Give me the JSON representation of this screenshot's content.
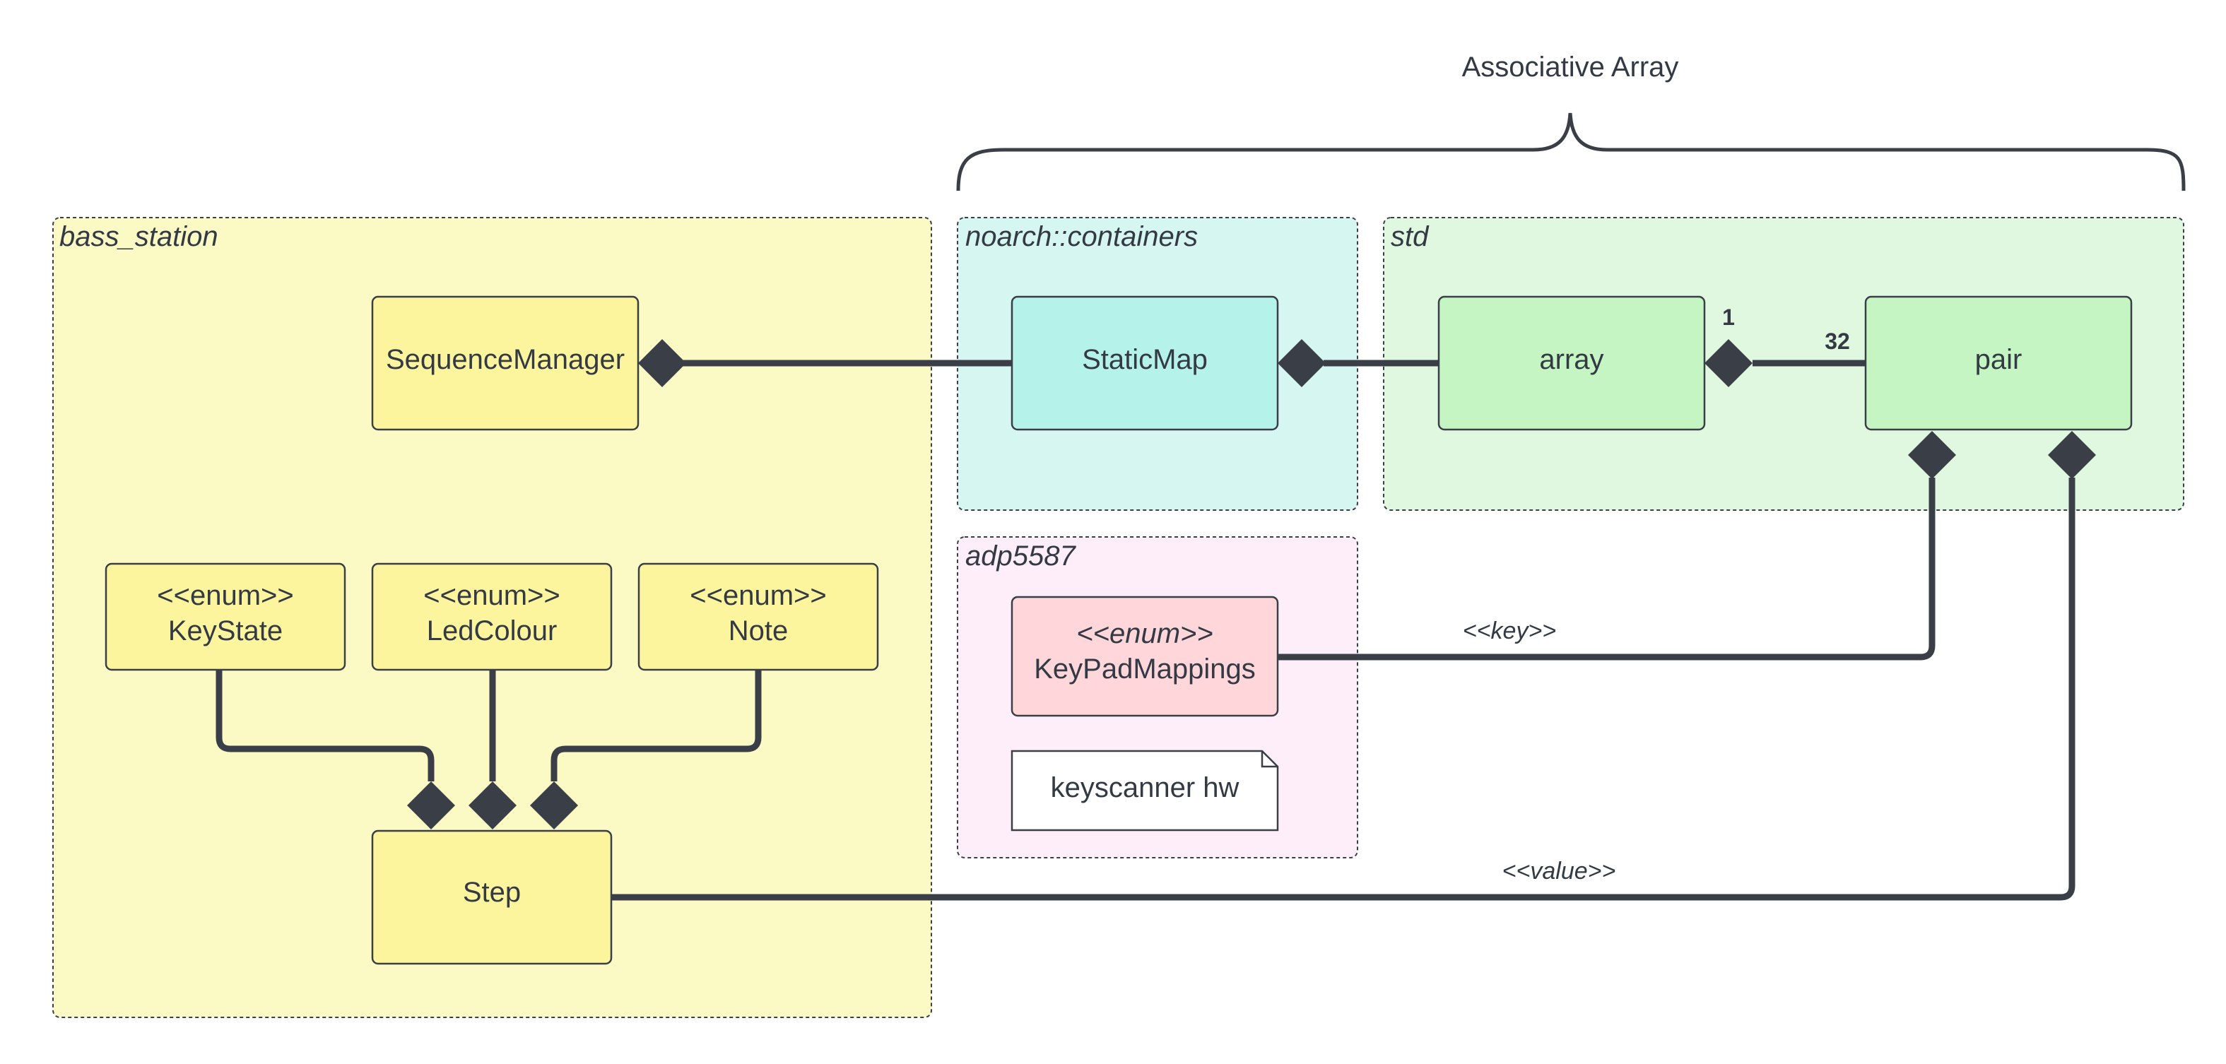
{
  "title": "Associative Array",
  "packages": {
    "bass_station": "bass_station",
    "noarch": "noarch::containers",
    "std": "std",
    "adp5587": "adp5587"
  },
  "classes": {
    "sequence_manager": "SequenceManager",
    "static_map": "StaticMap",
    "array": "array",
    "pair": "pair",
    "key_state": {
      "stereotype": "<<enum>>",
      "name": "KeyState"
    },
    "led_colour": {
      "stereotype": "<<enum>>",
      "name": "LedColour"
    },
    "note": {
      "stereotype": "<<enum>>",
      "name": "Note"
    },
    "key_pad_mappings": {
      "stereotype": "<<enum>>",
      "name": "KeyPadMappings"
    },
    "step": "Step"
  },
  "note_box": "keyscanner hw",
  "labels": {
    "key": "<<key>>",
    "value": "<<value>>",
    "mult_array": "1",
    "mult_pair": "32"
  },
  "colors": {
    "bass_station_fill": "#fbf9c4",
    "yellow_class": "#fdf59d",
    "noarch_fill": "#d6f7f1",
    "cyan_class": "#b5f2ea",
    "std_fill": "#e1f8e0",
    "green_class": "#c4f5c3",
    "adp_fill": "#fdeef9",
    "pink_class": "#ffd6da",
    "line": "#3a3f47"
  }
}
